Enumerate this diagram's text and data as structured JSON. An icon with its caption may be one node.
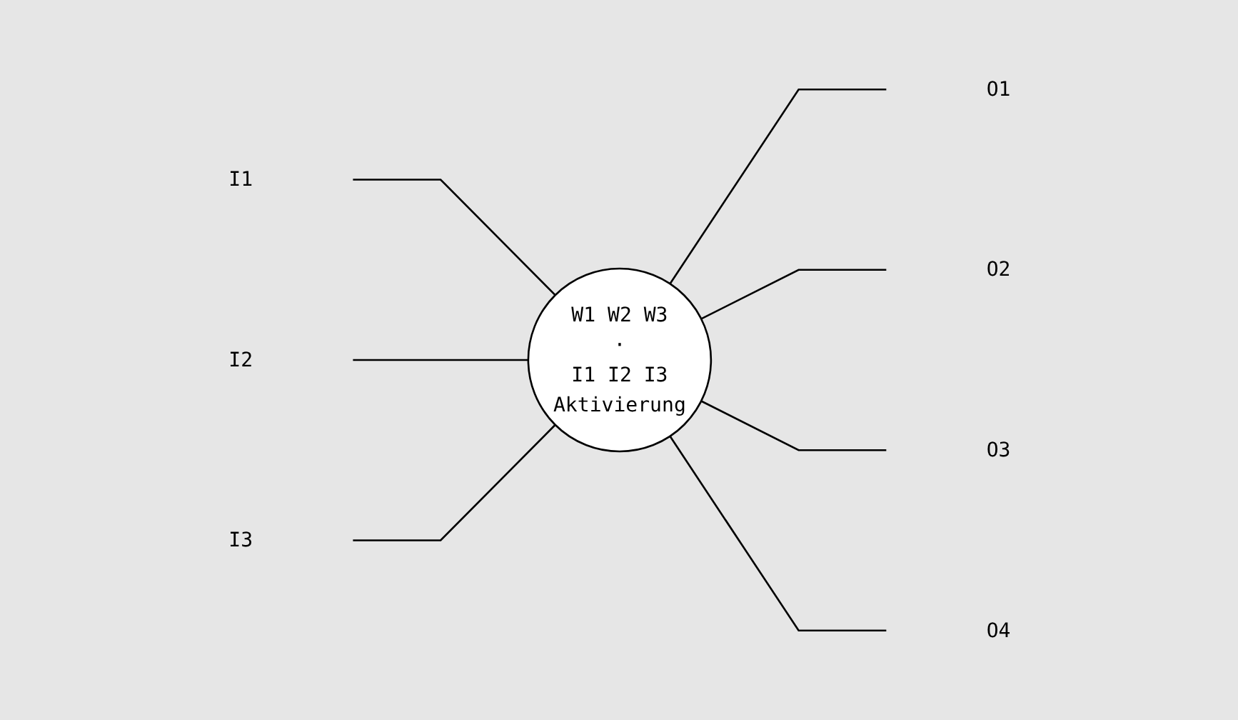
{
  "diagram": {
    "nodes": [
      {
        "text": [
          "I1"
        ]
      },
      {
        "text": [
          "I2"
        ]
      },
      {
        "text": [
          "I3"
        ]
      },
      {
        "text": [
          "W1 W2 W3",
          "·",
          "I1 I2 I3",
          "Aktivierung"
        ]
      },
      {
        "text": [
          "O1"
        ]
      },
      {
        "text": [
          "O2"
        ]
      },
      {
        "text": [
          "O3"
        ]
      },
      {
        "text": [
          "O4"
        ]
      }
    ],
    "edges": [
      {
        "from": 0,
        "to": 3,
        "arrow": "none"
      },
      {
        "from": 1,
        "to": 3,
        "arrow": "none"
      },
      {
        "from": 2,
        "to": 3,
        "arrow": "none"
      },
      {
        "from": 3,
        "to": 4,
        "arrow": "none"
      },
      {
        "from": 3,
        "to": 5,
        "arrow": "none"
      },
      {
        "from": 3,
        "to": 6,
        "arrow": "none"
      },
      {
        "from": 3,
        "to": 7,
        "arrow": "none"
      }
    ]
  }
}
